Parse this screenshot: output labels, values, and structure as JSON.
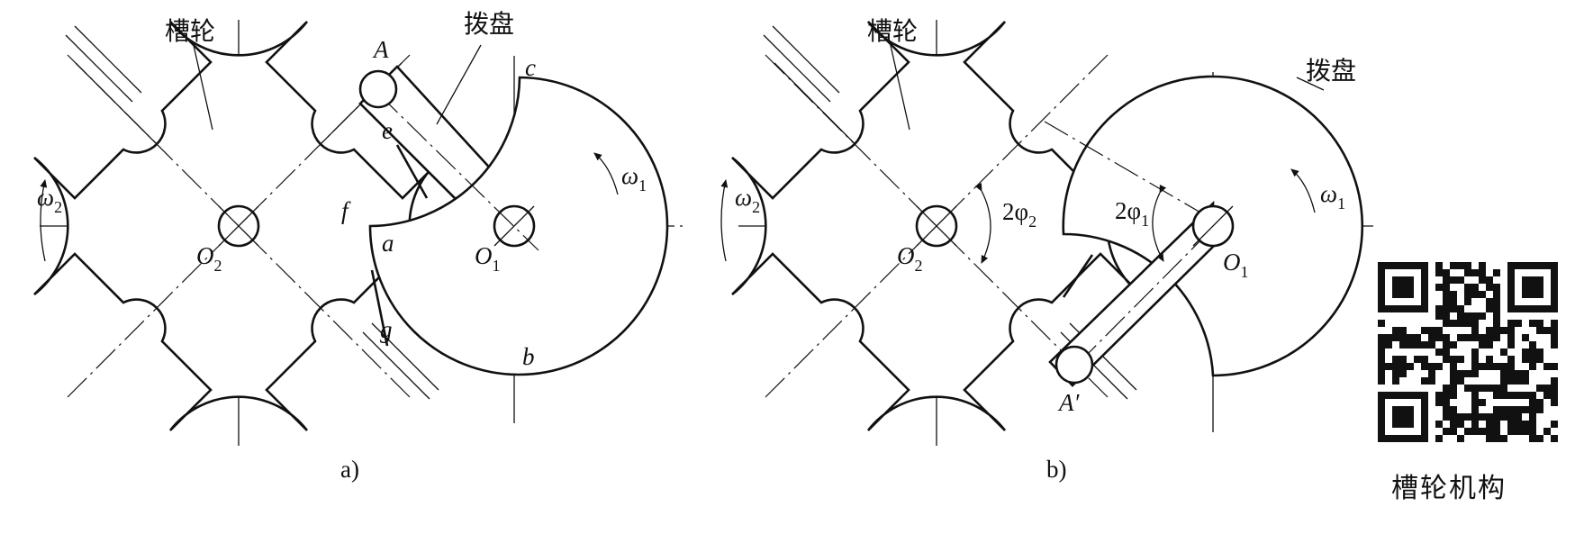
{
  "figure_a": {
    "caption": "a)",
    "wheel_label": "槽轮",
    "dial_label": "拨盘",
    "point_A": "A",
    "point_c": "c",
    "point_e": "e",
    "point_f": "f",
    "point_a": "a",
    "point_g": "g",
    "point_b": "b",
    "center_O2": "O",
    "center_O2_sub": "2",
    "center_O1": "O",
    "center_O1_sub": "1",
    "omega1": "ω",
    "omega1_sub": "1",
    "omega2": "ω",
    "omega2_sub": "2"
  },
  "figure_b": {
    "caption": "b)",
    "wheel_label": "槽轮",
    "dial_label": "拨盘",
    "point_A_prime": "A′",
    "angle_2phi2": "2φ",
    "angle_2phi2_sub": "2",
    "angle_2phi1": "2φ",
    "angle_2phi1_sub": "1",
    "center_O2": "O",
    "center_O2_sub": "2",
    "center_O1": "O",
    "center_O1_sub": "1",
    "omega1": "ω",
    "omega1_sub": "1",
    "omega2": "ω",
    "omega2_sub": "2"
  },
  "qr": {
    "caption": "槽轮机构"
  }
}
